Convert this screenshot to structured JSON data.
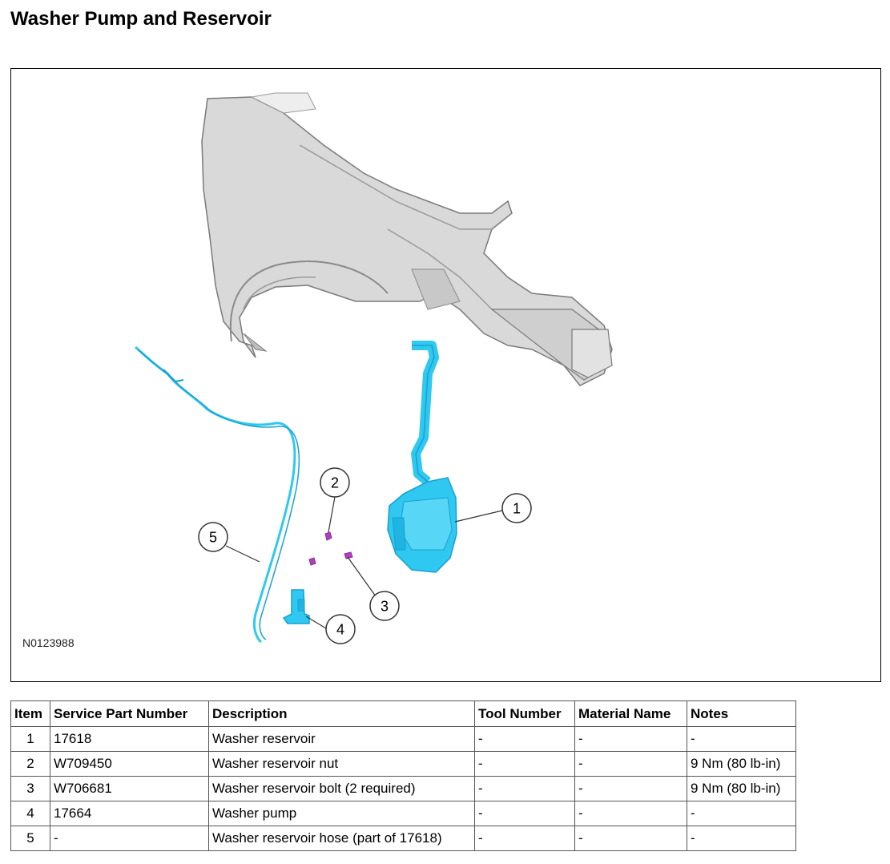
{
  "page": {
    "title": "Washer Pump and Reservoir"
  },
  "figure": {
    "id_label": "N0123988",
    "callouts": [
      "1",
      "2",
      "3",
      "4",
      "5"
    ],
    "colors": {
      "body_panel": "#d9d9d9",
      "body_outline": "#7a7a7a",
      "component_blue": "#2fc8f0",
      "component_blue_dark": "#1a9fd0",
      "fastener_magenta": "#b040c0"
    }
  },
  "table": {
    "headers": [
      "Item",
      "Service Part Number",
      "Description",
      "Tool Number",
      "Material Name",
      "Notes"
    ],
    "rows": [
      [
        "1",
        "17618",
        "Washer reservoir",
        "-",
        "-",
        "-"
      ],
      [
        "2",
        "W709450",
        "Washer reservoir nut",
        "-",
        "-",
        "9 Nm (80 lb-in)"
      ],
      [
        "3",
        "W706681",
        "Washer reservoir bolt (2 required)",
        "-",
        "-",
        "9 Nm (80 lb-in)"
      ],
      [
        "4",
        "17664",
        "Washer pump",
        "-",
        "-",
        "-"
      ],
      [
        "5",
        "-",
        "Washer reservoir hose (part of 17618)",
        "-",
        "-",
        "-"
      ]
    ]
  }
}
